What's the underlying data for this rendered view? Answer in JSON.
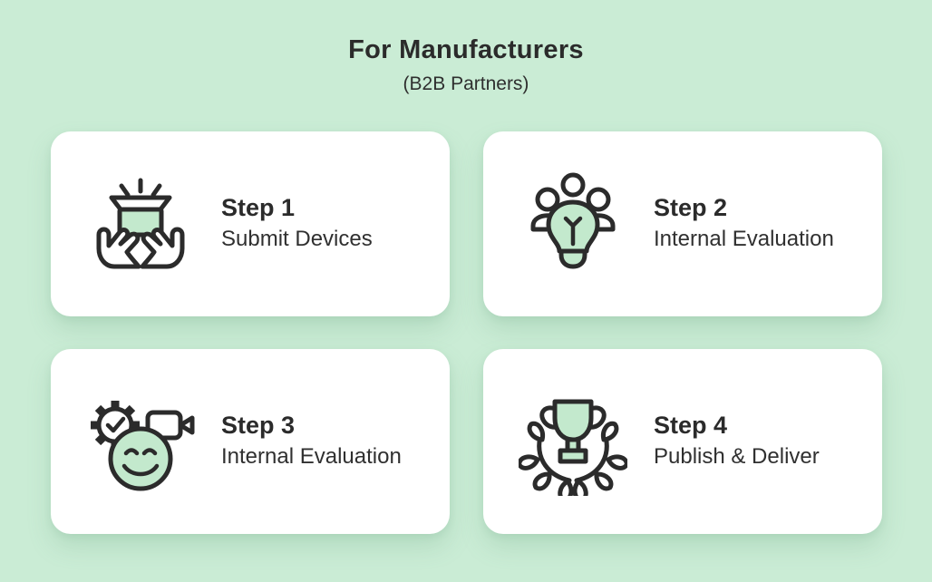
{
  "page": {
    "title": "For Manufacturers",
    "subtitle": "(B2B Partners)"
  },
  "colors": {
    "background": "#caecd5",
    "card": "#ffffff",
    "accent_green": "#c3e9cd",
    "text_dark": "#2b2b2b"
  },
  "steps": [
    {
      "label": "Step 1",
      "description": "Submit Devices",
      "icon": "hands-receiving-device-icon"
    },
    {
      "label": "Step 2",
      "description": "Internal Evaluation",
      "icon": "team-idea-lightbulb-icon"
    },
    {
      "label": "Step 3",
      "description": "Internal Evaluation",
      "icon": "review-smiley-video-icon"
    },
    {
      "label": "Step 4",
      "description": "Publish & Deliver",
      "icon": "trophy-laurel-icon"
    }
  ]
}
